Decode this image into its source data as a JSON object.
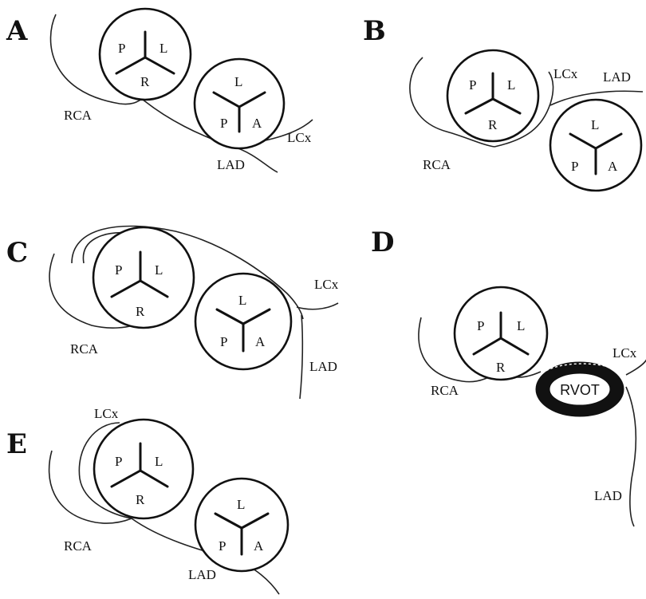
{
  "panels": {
    "A": {
      "letter": "A",
      "valve1": {
        "P": "P",
        "L": "L",
        "R": "R"
      },
      "valve2": {
        "L": "L",
        "P": "P",
        "A": "A"
      },
      "rca": "RCA",
      "lcx": "LCx",
      "lad": "LAD"
    },
    "B": {
      "letter": "B",
      "valve1": {
        "P": "P",
        "L": "L",
        "R": "R"
      },
      "valve2": {
        "L": "L",
        "P": "P",
        "A": "A"
      },
      "rca": "RCA",
      "lcx": "LCx",
      "lad": "LAD"
    },
    "C": {
      "letter": "C",
      "valve1": {
        "P": "P",
        "L": "L",
        "R": "R"
      },
      "valve2": {
        "L": "L",
        "P": "P",
        "A": "A"
      },
      "rca": "RCA",
      "lcx": "LCx",
      "lad": "LAD"
    },
    "D": {
      "letter": "D",
      "valve1": {
        "P": "P",
        "L": "L",
        "R": "R"
      },
      "rvot": "RVOT",
      "rca": "RCA",
      "lcx": "LCx",
      "lad": "LAD"
    },
    "E": {
      "letter": "E",
      "valve1": {
        "P": "P",
        "L": "L",
        "R": "R"
      },
      "valve2": {
        "L": "L",
        "P": "P",
        "A": "A"
      },
      "rca": "RCA",
      "lcx": "LCx",
      "lad": "LAD"
    }
  }
}
